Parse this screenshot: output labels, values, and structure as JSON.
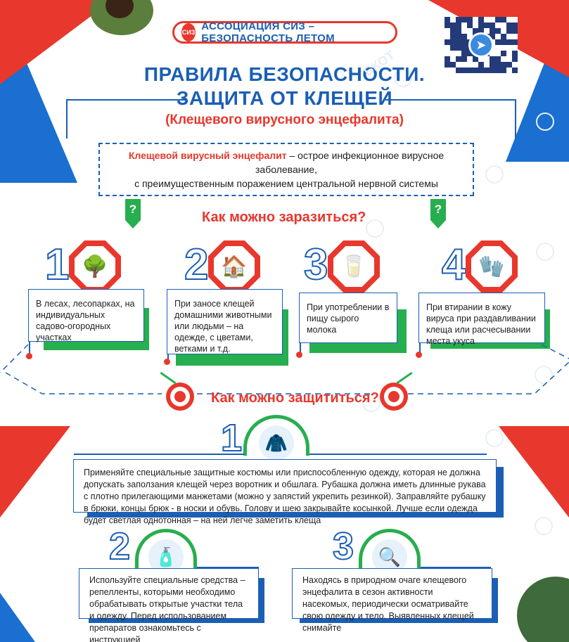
{
  "header": {
    "logo_text": "СИЗ",
    "title": "АССОЦИАЦИЯ СИЗ – БЕЗОПАСНОСТЬ ЛЕТОМ"
  },
  "title": {
    "line1": "ПРАВИЛА БЕЗОПАСНОСТИ.",
    "line2": "ЗАЩИТА ОТ КЛЕЩЕЙ",
    "subtitle": "(Клещевого вирусного энцефалита)"
  },
  "definition": {
    "term": "Клещевой вирусный энцефалит",
    "rest_line1": " – острое инфекционное вирусное заболевание,",
    "line2": "с преимущественным поражением центральной нервной системы"
  },
  "question_mark": "?",
  "infection": {
    "title": "Как можно заразиться?",
    "items": [
      {
        "num": "1",
        "icon": "trees-icon",
        "glyph": "🌳",
        "text": "В лесах, лесопарках, на индивидуальных садово-огородных участках"
      },
      {
        "num": "2",
        "icon": "pet-house-icon",
        "glyph": "🏠",
        "text": "При заносе клещей домашними животными или людьми – на одежде, с цветами, ветками и т.д."
      },
      {
        "num": "3",
        "icon": "milk-can-icon",
        "glyph": "🥛",
        "text": "При употреблении в пищу сырого молока"
      },
      {
        "num": "4",
        "icon": "glove-icon",
        "glyph": "🧤",
        "text": "При втирании в кожу вируса при раздавливании клеща или расчесывании места укуса"
      }
    ]
  },
  "protection": {
    "title": "Как можно защититься?",
    "items": [
      {
        "num": "1",
        "icon": "protective-suit-icon",
        "glyph": "🧥",
        "text": "Применяйте специальные защитные костюмы или приспособленную одежду, которая не должна допускать заползания клещей через воротник и обшлага. Рубашка должна иметь длинные рукава с плотно прилегающими манжетами (можно у запястий укрепить резинкой). Заправляйте рубашку в брюки, концы брюк - в носки и обувь. Голову и шею закрывайте косынкой. Лучше если одежда будет светлая однотонная – на ней легче заметить клеща"
      },
      {
        "num": "2",
        "icon": "repellent-spray-icon",
        "glyph": "🧴",
        "text": "Используйте специальные средства – репелленты, которыми необходимо обрабатывать открытые участки тела и одежду. Перед использованием препаратов ознакомьтесь с инструкцией"
      },
      {
        "num": "3",
        "icon": "magnifier-tick-icon",
        "glyph": "🔍",
        "text": "Находясь в природном очаге клещевого энцефалита в сезон активности насекомых, периодически осматривайте свою одежду и тело. Выявленных клещей снимайте"
      }
    ]
  },
  "colors": {
    "blue": "#1b5fb5",
    "red": "#e8372c",
    "green": "#27ae4e"
  }
}
